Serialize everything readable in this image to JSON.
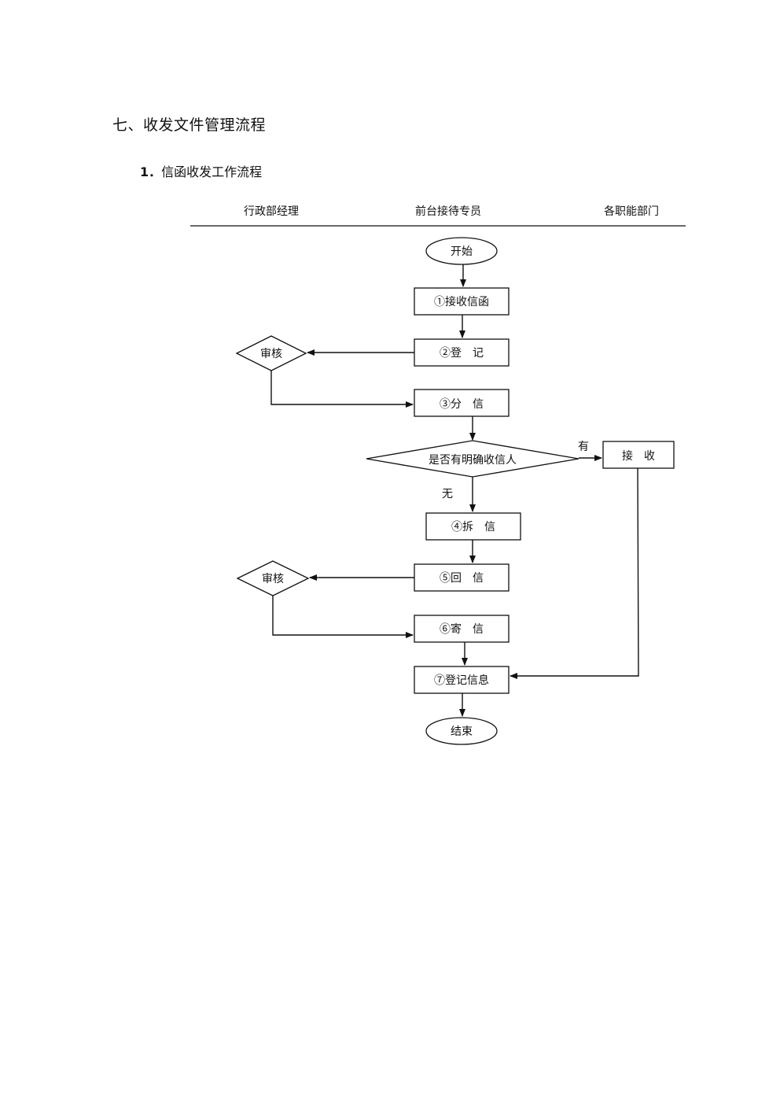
{
  "section_title": "七、收发文件管理流程",
  "sub_title": {
    "number": "1．",
    "text": "信函收发工作流程"
  },
  "lanes": [
    "行政部经理",
    "前台接待专员",
    "各职能部门"
  ],
  "nodes": {
    "start": "开始",
    "step1": "①接收信函",
    "step2": "②登　记",
    "review1": "审核",
    "step3": "③分　信",
    "decision": "是否有明确收信人",
    "receive": "接　收",
    "step4": "④拆　信",
    "step5": "⑤回　信",
    "review2": "审核",
    "step6": "⑥寄　信",
    "step7": "⑦登记信息",
    "end": "结束"
  },
  "edge_labels": {
    "yes": "有",
    "no": "无"
  }
}
